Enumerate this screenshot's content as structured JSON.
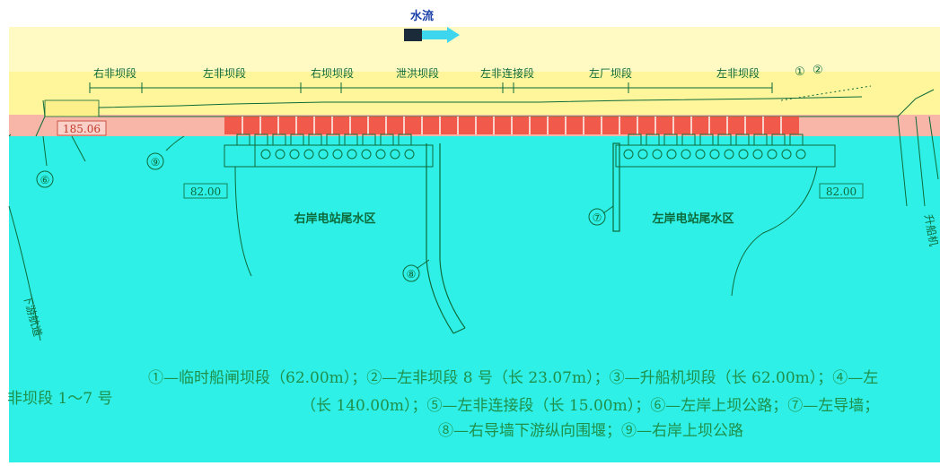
{
  "diagram": {
    "flow_label": "水流",
    "top_labels": [
      "右非坝段",
      "左非坝段",
      "右坝坝段",
      "泄洪坝段",
      "左非连接段",
      "左厂坝段",
      "左非坝段"
    ],
    "elevation_left": "185.06",
    "elevation_right": "82.00",
    "elevation_mid_left": "82.00",
    "zone_right_station": "右岸电站尾水区",
    "zone_left_station": "左岸电站尾水区",
    "markers": [
      "⑥",
      "⑨",
      "⑧",
      "⑦",
      "①",
      "②"
    ],
    "left_vertical_text": "下游航道",
    "right_vertical_text": "升船机",
    "caption_line1": "①—临时船闸坝段（62.00m）；②—左非坝段 8 号（长 23.07m）；③—升船机坝段（长 62.00m）；④—左",
    "caption_left_fragment": "非坝段 1～7 号",
    "caption_line2": "（长 140.00m）；⑤—左非连接段（长 15.00m）；⑥—左岸上坝公路；⑦—左导墙；",
    "caption_line3": "⑧—右导墙下游纵向围堰；⑨—右岸上坝公路"
  },
  "colors": {
    "water": "#2ef0e6",
    "band_yellow": "#fff59a",
    "band_pink": "#f7b6a8",
    "line_green": "#0e6a3a",
    "caption_green": "#1f8f4a",
    "flow_blue": "#1a3fa8"
  }
}
